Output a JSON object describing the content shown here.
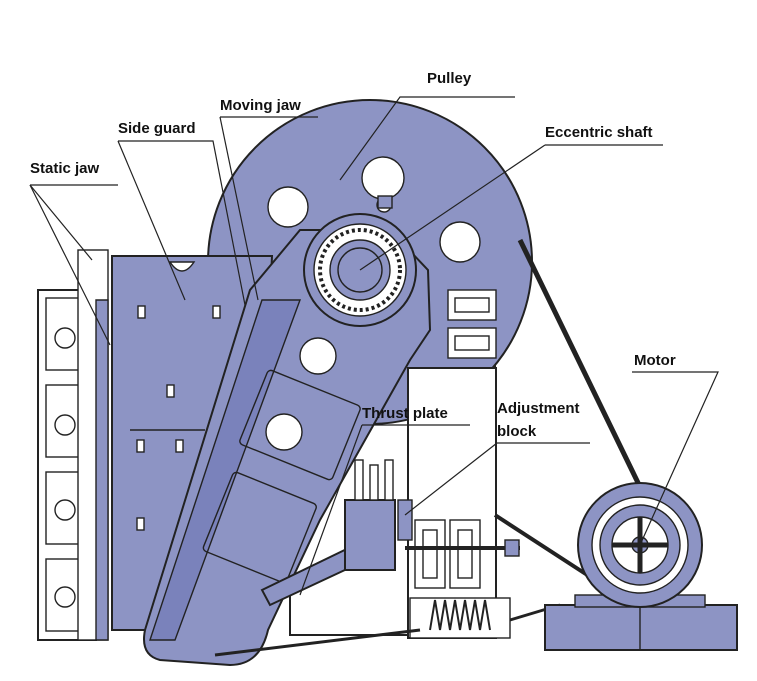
{
  "labels": {
    "pulley": "Pulley",
    "moving_jaw": "Moving jaw",
    "side_guard": "Side guard",
    "eccentric_shaft": "Eccentric shaft",
    "static_jaw": "Static jaw",
    "motor": "Motor",
    "thrust_plate": "Thrust plate",
    "adjustment_block_line1": "Adjustment",
    "adjustment_block_line2": "block"
  },
  "colors": {
    "machine_fill": "#8d94c4",
    "machine_dark": "#6e76ad",
    "frame_fill": "#ffffff",
    "outline": "#222222"
  }
}
